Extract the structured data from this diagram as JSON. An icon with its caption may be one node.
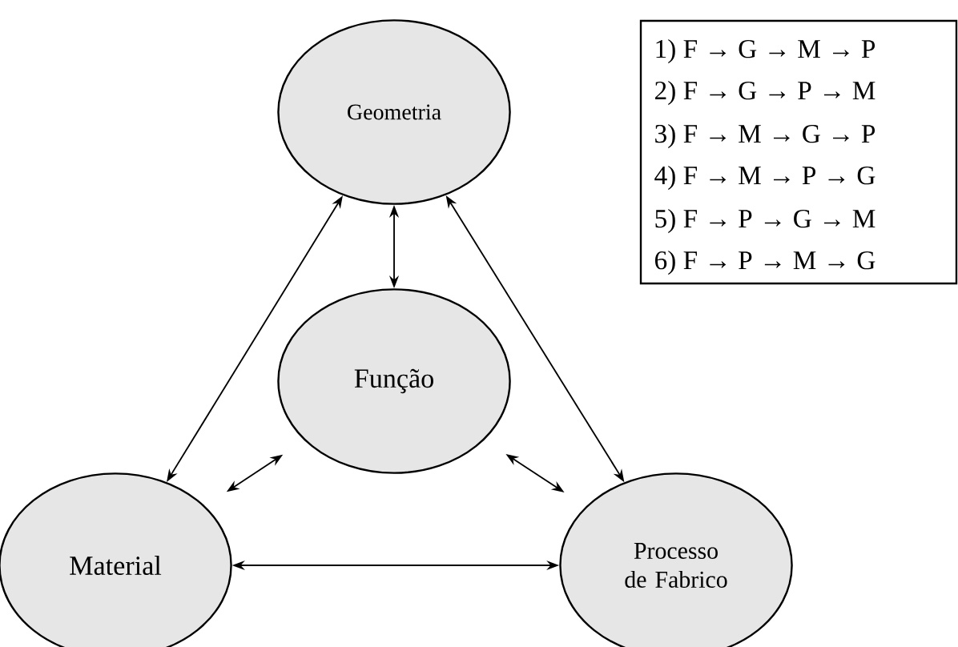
{
  "diagram": {
    "nodes": [
      {
        "text": [
          "Geometria"
        ]
      },
      {
        "text": [
          "Função"
        ]
      },
      {
        "text": [
          "Material"
        ]
      },
      {
        "text": [
          "Processo de Fabrico"
        ]
      }
    ],
    "edges": [
      {
        "from": 0,
        "to": 2,
        "arrow": "both"
      },
      {
        "from": 0,
        "to": 1,
        "arrow": "both"
      },
      {
        "from": 0,
        "to": 3,
        "arrow": "both"
      },
      {
        "from": 1,
        "to": 2,
        "arrow": "both"
      },
      {
        "from": 1,
        "to": 3,
        "arrow": "both"
      },
      {
        "from": 2,
        "to": 3,
        "arrow": "both"
      }
    ],
    "labels": [
      "1)  F → G → M → P",
      "2)  F → G → P → M",
      "3)  F → M → G → P",
      "4)  F → M → P → G",
      "5)  F → P → G → M",
      "6)  F → P → M → G"
    ]
  }
}
